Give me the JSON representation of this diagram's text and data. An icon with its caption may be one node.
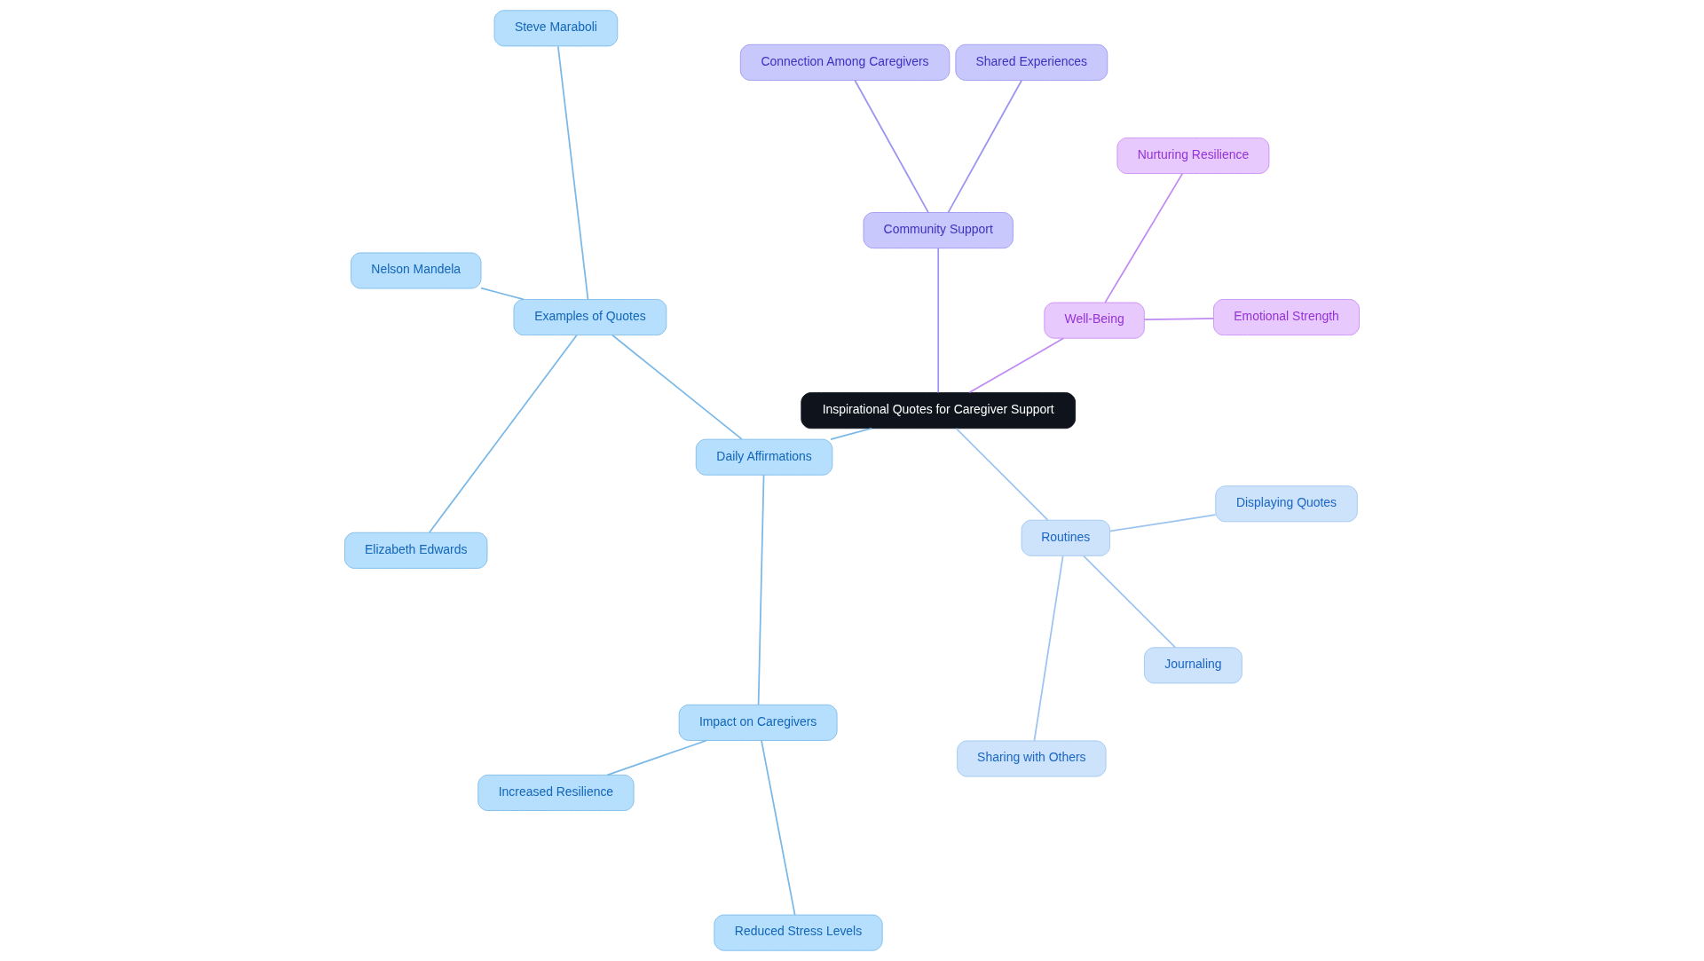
{
  "diagram": {
    "nodes": [
      {
        "text": [
          "Inspirational Quotes for Caregiver Support"
        ]
      },
      {
        "text": [
          "Well-Being"
        ]
      },
      {
        "text": [
          "Emotional Strength"
        ]
      },
      {
        "text": [
          "Nurturing Resilience"
        ]
      },
      {
        "text": [
          "Community Support"
        ]
      },
      {
        "text": [
          "Shared Experiences"
        ]
      },
      {
        "text": [
          "Connection Among Caregivers"
        ]
      },
      {
        "text": [
          "Daily Affirmations"
        ]
      },
      {
        "text": [
          "Examples of Quotes"
        ]
      },
      {
        "text": [
          "Steve Maraboli"
        ]
      },
      {
        "text": [
          "Nelson Mandela"
        ]
      },
      {
        "text": [
          "Elizabeth Edwards"
        ]
      },
      {
        "text": [
          "Impact on Caregivers"
        ]
      },
      {
        "text": [
          "Increased Resilience"
        ]
      },
      {
        "text": [
          "Reduced Stress Levels"
        ]
      },
      {
        "text": [
          "Routines"
        ]
      },
      {
        "text": [
          "Sharing with Others"
        ]
      },
      {
        "text": [
          "Journaling"
        ]
      },
      {
        "text": [
          "Displaying Quotes"
        ]
      }
    ],
    "edges": [
      {
        "from": 0,
        "to": 1,
        "arrow": "none",
        "color": "#c08af5"
      },
      {
        "from": 1,
        "to": 2,
        "arrow": "none",
        "color": "#c08af5"
      },
      {
        "from": 1,
        "to": 3,
        "arrow": "none",
        "color": "#c08af5"
      },
      {
        "from": 0,
        "to": 4,
        "arrow": "none",
        "color": "#9b94f0"
      },
      {
        "from": 4,
        "to": 5,
        "arrow": "none",
        "color": "#9b94f0"
      },
      {
        "from": 4,
        "to": 6,
        "arrow": "none",
        "color": "#9b94f0"
      },
      {
        "from": 0,
        "to": 7,
        "arrow": "none"
      },
      {
        "from": 7,
        "to": 8,
        "arrow": "none"
      },
      {
        "from": 8,
        "to": 9,
        "arrow": "none"
      },
      {
        "from": 8,
        "to": 10,
        "arrow": "none"
      },
      {
        "from": 8,
        "to": 11,
        "arrow": "none"
      },
      {
        "from": 7,
        "to": 12,
        "arrow": "none"
      },
      {
        "from": 12,
        "to": 13,
        "arrow": "none"
      },
      {
        "from": 12,
        "to": 14,
        "arrow": "none"
      },
      {
        "from": 0,
        "to": 15,
        "arrow": "none",
        "color": "#9cc4f0"
      },
      {
        "from": 15,
        "to": 16,
        "arrow": "none",
        "color": "#9cc4f0"
      },
      {
        "from": 15,
        "to": 17,
        "arrow": "none",
        "color": "#9cc4f0"
      },
      {
        "from": 15,
        "to": 18,
        "arrow": "none",
        "color": "#9cc4f0"
      }
    ]
  }
}
